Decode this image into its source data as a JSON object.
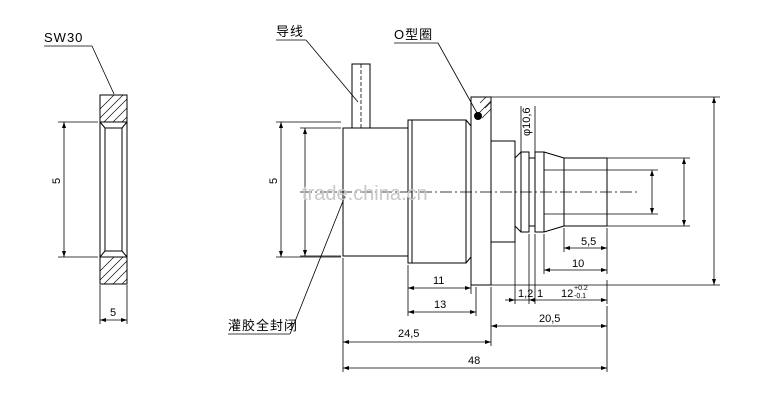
{
  "labels": {
    "sw30": "SW30",
    "lead_wire": "导线",
    "o_ring": "O型圈",
    "potting_seal": "灌胶全封闭"
  },
  "dimensions": {
    "nut_width": "5",
    "nut_height_left": "5",
    "body_height_left": "5",
    "d_10_6": "φ10,6",
    "d_5_5": "5,5",
    "d_10": "10",
    "d_11": "11",
    "d_13": "13",
    "d_1_2": "1,2",
    "d_1": "1",
    "d_12": "12",
    "d_12_tol_upper": "+0.2",
    "d_12_tol_lower": "-0.1",
    "d_20_5": "20,5",
    "d_24_5": "24,5",
    "d_48": "48"
  },
  "watermark": "trade.china.cn"
}
